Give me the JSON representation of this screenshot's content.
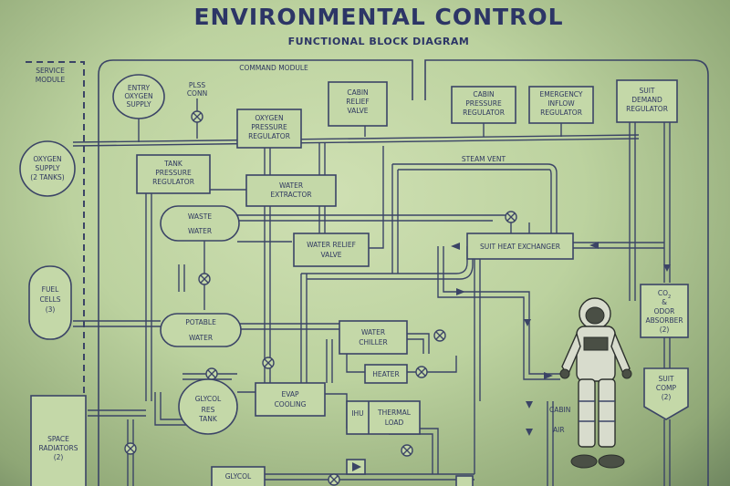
{
  "header": {
    "title": "ENVIRONMENTAL CONTROL",
    "subtitle": "FUNCTIONAL BLOCK DIAGRAM"
  },
  "labels": {
    "service_module": [
      "SERVICE",
      "MODULE"
    ],
    "command_module": "COMMAND MODULE",
    "entry_oxygen": [
      "ENTRY",
      "OXYGEN",
      "SUPPLY"
    ],
    "plss_conn": [
      "PLSS",
      "CONN"
    ],
    "oxygen_supply": [
      "OXYGEN",
      "SUPPLY",
      "(2 TANKS)"
    ],
    "oxygen_pressure_regulator": [
      "OXYGEN",
      "PRESSURE",
      "REGULATOR"
    ],
    "cabin_relief_valve": [
      "CABIN",
      "RELIEF",
      "VALVE"
    ],
    "cabin_pressure_regulator": [
      "CABIN",
      "PRESSURE",
      "REGULATOR"
    ],
    "emergency_inflow_regulator": [
      "EMERGENCY",
      "INFLOW",
      "REGULATOR"
    ],
    "suit_demand_regulator": [
      "SUIT",
      "DEMAND",
      "REGULATOR"
    ],
    "tank_pressure_regulator": [
      "TANK",
      "PRESSURE",
      "REGULATOR"
    ],
    "water_extractor": [
      "WATER",
      "EXTRACTOR"
    ],
    "steam_vent": "STEAM VENT",
    "waste_water": [
      "WASTE",
      "WATER"
    ],
    "water_relief_valve": [
      "WATER RELIEF",
      "VALVE"
    ],
    "suit_heat_exchanger": "SUIT HEAT EXCHANGER",
    "fuel_cells": [
      "FUEL",
      "CELLS",
      "(3)"
    ],
    "potable_water": [
      "POTABLE",
      "WATER"
    ],
    "water_chiller": [
      "WATER",
      "CHILLER"
    ],
    "co2_absorber": [
      "CO",
      "&",
      "ODOR",
      "ABSORBER",
      "(2)"
    ],
    "heater": "HEATER",
    "glycol_res_tank": [
      "GLYCOL",
      "RES",
      "TANK"
    ],
    "evap_cooling": [
      "EVAP",
      "COOLING"
    ],
    "suit_comp": [
      "SUIT",
      "COMP",
      "(2)"
    ],
    "cabin_air": [
      "CABIN",
      "AIR"
    ],
    "space_radiators": [
      "SPACE",
      "RADIATORS",
      "(2)"
    ],
    "ihu": "IHU",
    "thermal_load": [
      "THERMAL",
      "LOAD"
    ],
    "glycol_pump": "GLYCOL"
  }
}
